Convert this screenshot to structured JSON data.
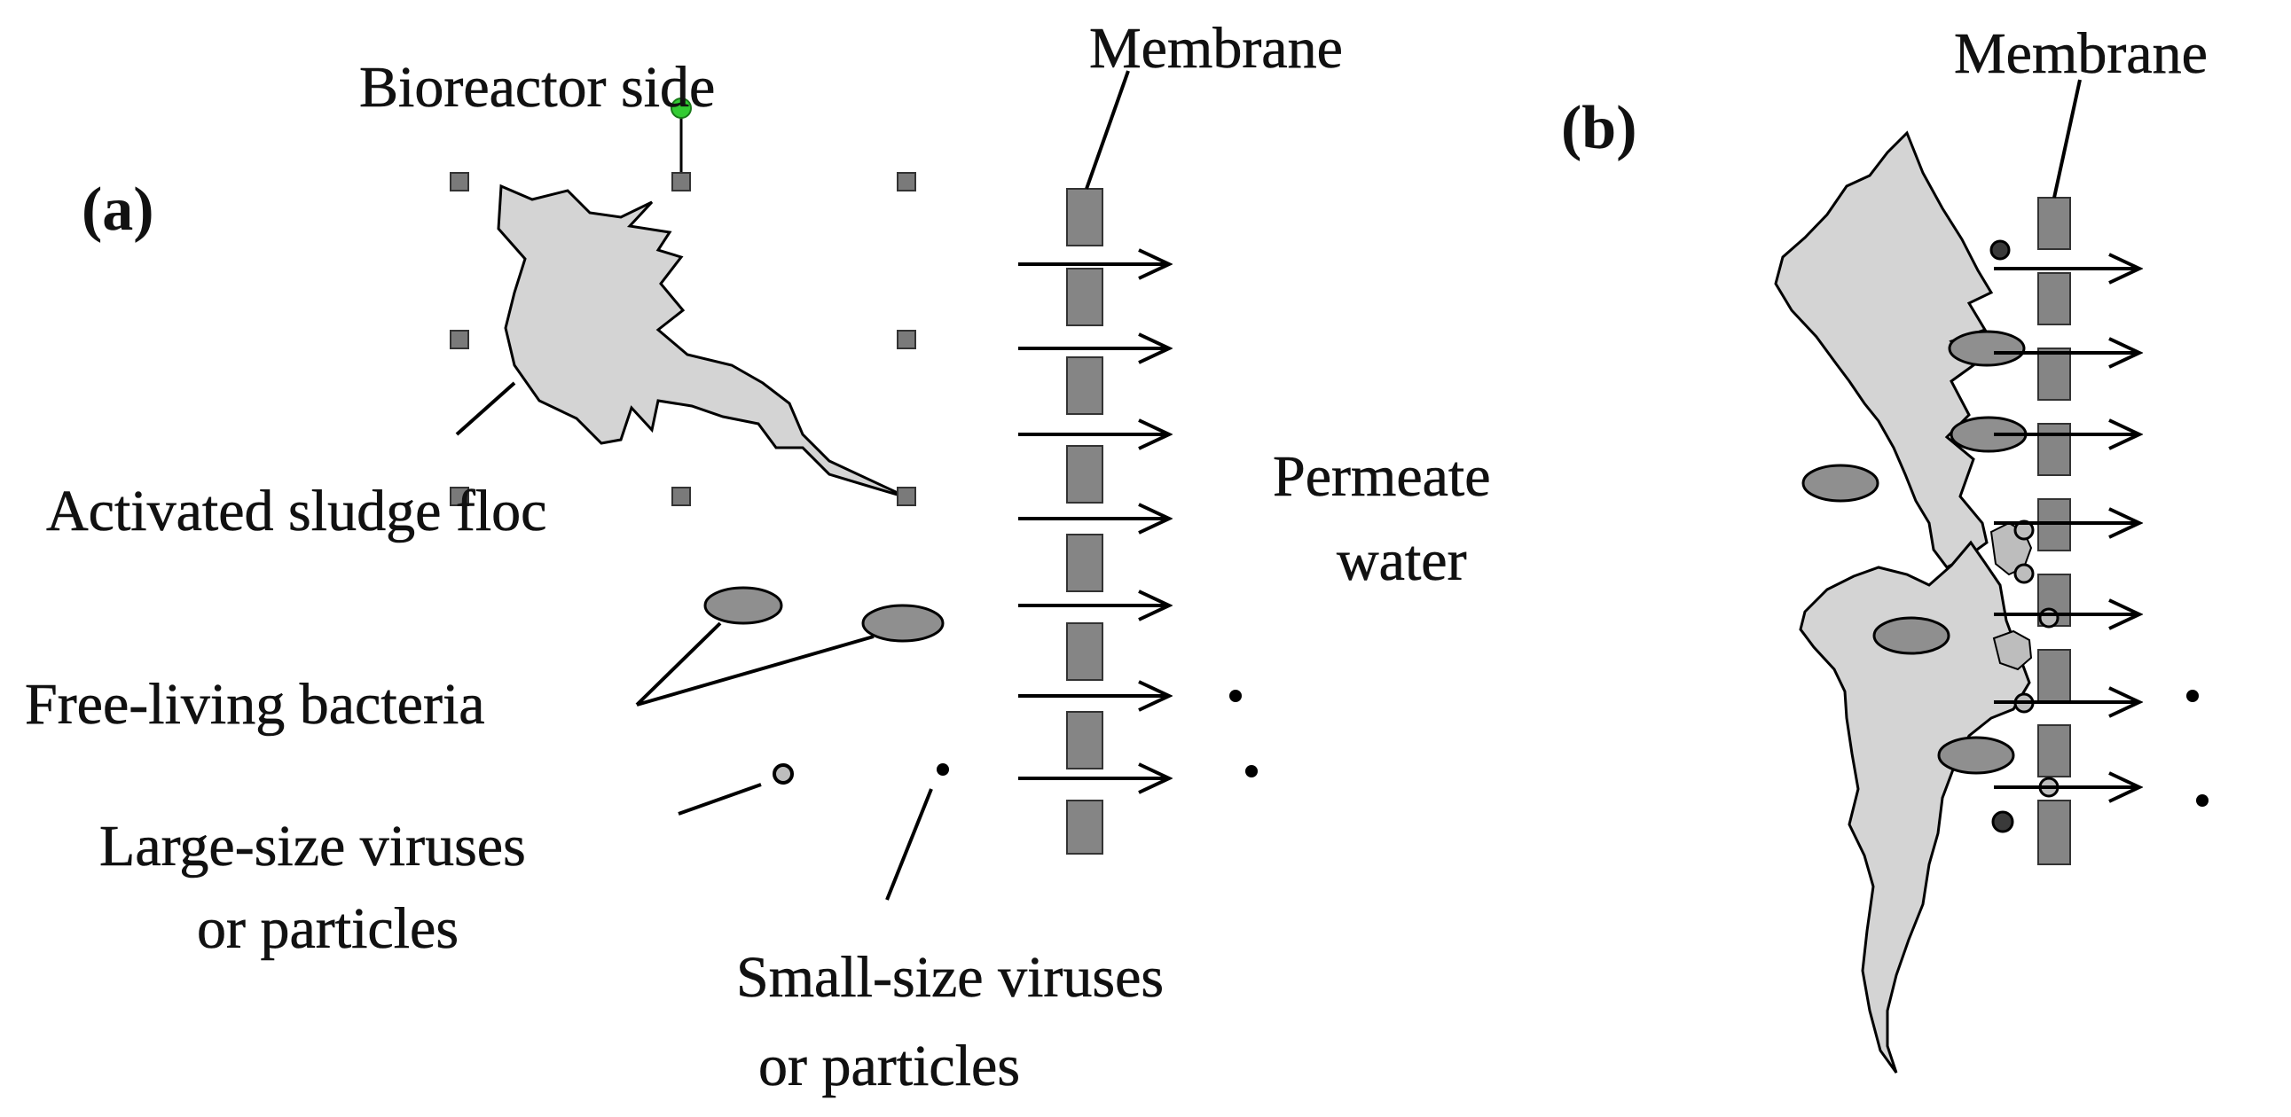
{
  "panels": {
    "a": {
      "label": "(a)",
      "bioreactor_side": "Bioreactor side",
      "membrane": "Membrane",
      "permeate_line1": "Permeate",
      "permeate_line2": "water",
      "sludge_floc": "Activated sludge floc",
      "free_bacteria": "Free-living bacteria",
      "large_viruses_line1": "Large-size viruses",
      "large_viruses_line2": "or particles",
      "small_viruses_line1": "Small-size viruses",
      "small_viruses_line2": "or particles"
    },
    "b": {
      "label": "(b)",
      "membrane": "Membrane"
    }
  },
  "colors": {
    "floc_fill": "#d4d4d4",
    "bacteria_fill": "#8f8f8f",
    "membrane_fill": "#858585",
    "handle": "#7a7a7a",
    "rotation_handle": "#33cc33",
    "stroke": "#000000"
  }
}
